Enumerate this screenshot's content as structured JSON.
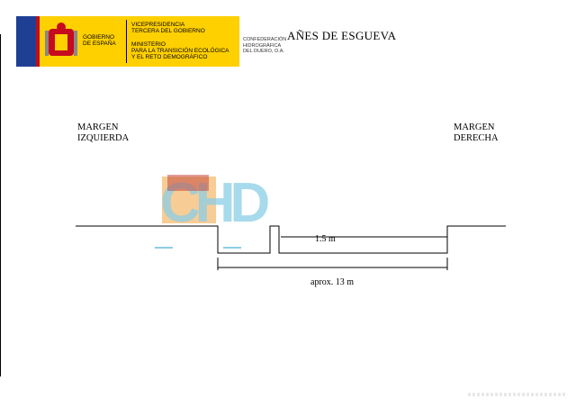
{
  "header": {
    "gobierno_label": "GOBIERNO\nDE ESPAÑA",
    "vicepresidencia_label": "VICEPRESIDENCIA\nTERCERA DEL GOBIERNO",
    "ministerio_label": "MINISTERIO\nPARA LA TRANSICIÓN ECOLÓGICA\nY EL RETO DEMOGRÁFICO",
    "confederacion_label": "CONFEDERACIÓN\nHIDROGRÁFICA\nDEL DUERO, O.A."
  },
  "title": "AÑES DE ESGUEVA",
  "labels": {
    "left_bank": "MARGEN\nIZQUIERDA",
    "right_bank": "MARGEN\nDERECHA"
  },
  "dimensions": {
    "inner": "1.5 m",
    "total": "aprox. 13 m"
  },
  "watermark": "CHD",
  "colors": {
    "brand_yellow": "#ffd000",
    "eu_blue": "#1f3f95",
    "spain_red": "#c60b1e",
    "watermark_blue": "#7ec8e3",
    "watermark_orange": "#f2a23a"
  }
}
